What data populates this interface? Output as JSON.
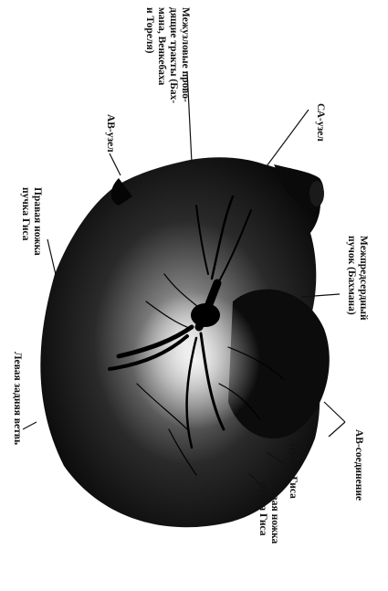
{
  "figure": {
    "labels": {
      "intermodal_tracts": [
        "Межузловые прово-",
        "дящие тракты (Бах-",
        "мана, Венкебаха",
        "и Тореля)"
      ],
      "sa_node": [
        "СА-узел"
      ],
      "av_node": [
        "АВ-узел"
      ],
      "right_bundle_branch": [
        "Правая ножка",
        "пучка Гиса"
      ],
      "interatrial_bundle": [
        "Межпредсердный",
        "пучок (Бахмана)"
      ],
      "left_posterior_branch": [
        "Левая задняя ветвь"
      ],
      "av_junction": [
        "АВ-соединение"
      ],
      "his_bundle": [
        "Пучок Гиса"
      ],
      "left_bundle_branch": [
        "Левая ножка",
        "пучка Гиса"
      ]
    }
  }
}
